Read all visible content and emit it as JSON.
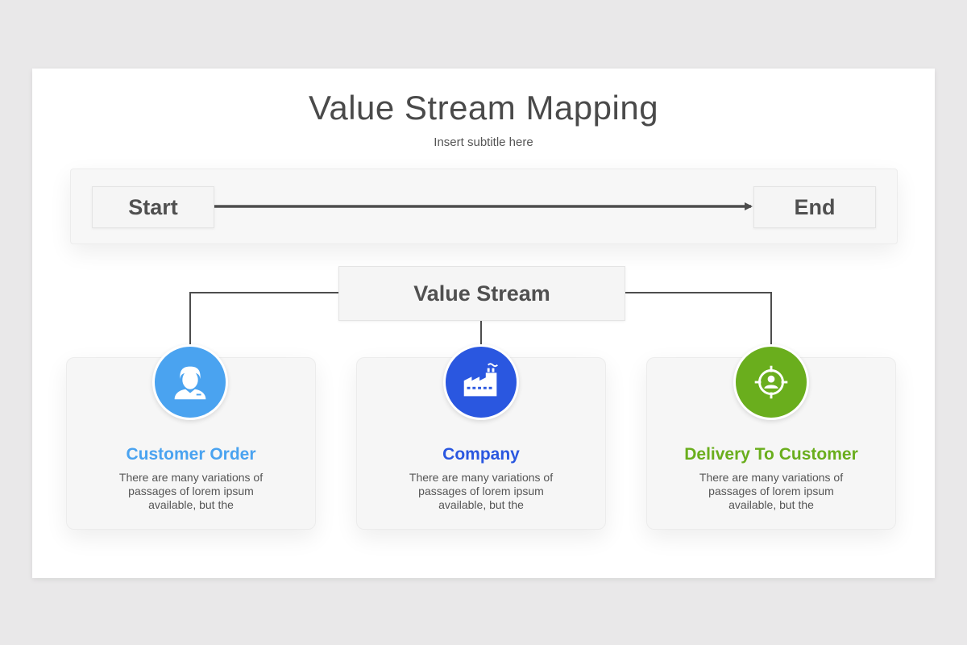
{
  "header": {
    "title": "Value Stream Mapping",
    "subtitle": "Insert subtitle here"
  },
  "flow": {
    "start_label": "Start",
    "end_label": "End"
  },
  "hub": {
    "label": "Value Stream"
  },
  "cards": [
    {
      "title": "Customer Order",
      "text": "There are many variations of passages of lorem ipsum available, but the",
      "color": "#4aa3f0",
      "icon": "customer-icon"
    },
    {
      "title": "Company",
      "text": "There are many variations of passages of lorem ipsum available, but the",
      "color": "#2a57e0",
      "icon": "factory-icon"
    },
    {
      "title": "Delivery To Customer",
      "text": "There are many variations of passages of lorem ipsum available, but the",
      "color": "#6aae1d",
      "icon": "target-person-icon"
    }
  ]
}
